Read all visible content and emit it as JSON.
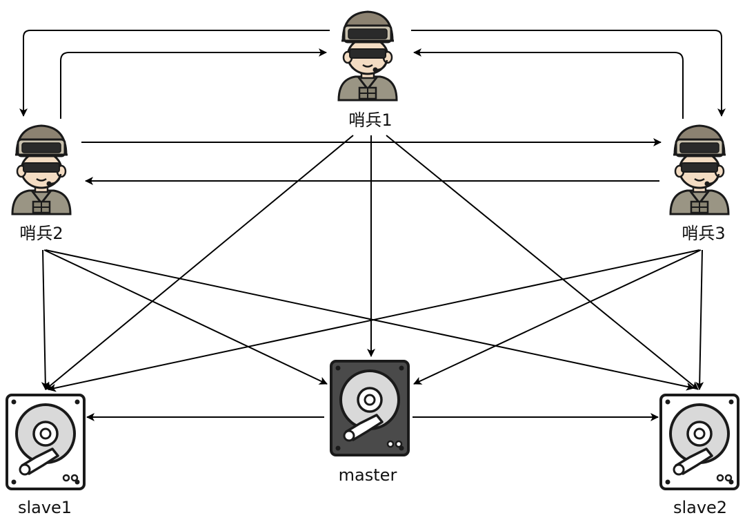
{
  "nodes": {
    "sentinel1": {
      "label": "哨兵1",
      "icon": "soldier-icon"
    },
    "sentinel2": {
      "label": "哨兵2",
      "icon": "soldier-icon"
    },
    "sentinel3": {
      "label": "哨兵3",
      "icon": "soldier-icon"
    },
    "master": {
      "label": "master",
      "icon": "hard-drive-icon"
    },
    "slave1": {
      "label": "slave1",
      "icon": "hard-drive-icon"
    },
    "slave2": {
      "label": "slave2",
      "icon": "hard-drive-icon"
    }
  },
  "edges": [
    [
      "sentinel1",
      "sentinel2"
    ],
    [
      "sentinel2",
      "sentinel1"
    ],
    [
      "sentinel1",
      "sentinel3"
    ],
    [
      "sentinel3",
      "sentinel1"
    ],
    [
      "sentinel2",
      "sentinel3"
    ],
    [
      "sentinel3",
      "sentinel2"
    ],
    [
      "sentinel1",
      "master"
    ],
    [
      "sentinel1",
      "slave1"
    ],
    [
      "sentinel1",
      "slave2"
    ],
    [
      "sentinel2",
      "master"
    ],
    [
      "sentinel2",
      "slave1"
    ],
    [
      "sentinel2",
      "slave2"
    ],
    [
      "sentinel3",
      "master"
    ],
    [
      "sentinel3",
      "slave1"
    ],
    [
      "sentinel3",
      "slave2"
    ],
    [
      "master",
      "slave1"
    ],
    [
      "master",
      "slave2"
    ]
  ],
  "colors": {
    "helmet": "#8c8271",
    "goggles": "#2a2a2a",
    "skin": "#f3dcc3",
    "vest": "#9a9584",
    "outline": "#1a1a1a",
    "master_casing": "#4a4a4a",
    "slave_casing": "#ffffff",
    "platter": "#d9d9d9"
  }
}
